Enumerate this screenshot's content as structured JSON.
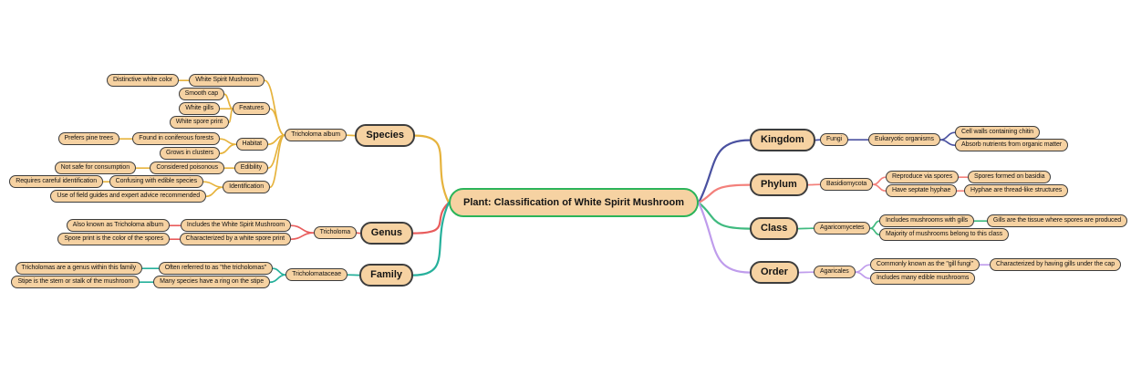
{
  "colors": {
    "node_fill": "#F6D2A2",
    "node_border": "#3D3D3D",
    "central_border": "#2BB45A",
    "background": "#FFFFFF"
  },
  "mindmap": {
    "label": "Plant: Classification of White Spirit Mushroom",
    "branches": [
      {
        "label": "Kingdom",
        "color": "#4A51A0",
        "side": "right",
        "children": [
          {
            "label": "Fungi",
            "children": [
              {
                "label": "Eukaryotic organisms",
                "children": [
                  {
                    "label": "Cell walls containing chitin"
                  },
                  {
                    "label": "Absorb nutrients from organic matter"
                  }
                ]
              }
            ]
          }
        ]
      },
      {
        "label": "Phylum",
        "color": "#F3807B",
        "side": "right",
        "children": [
          {
            "label": "Basidiomycota",
            "children": [
              {
                "label": "Reproduce via spores",
                "children": [
                  {
                    "label": "Spores formed on basidia"
                  }
                ]
              },
              {
                "label": "Have septate hyphae",
                "children": [
                  {
                    "label": "Hyphae are thread-like structures"
                  }
                ]
              }
            ]
          }
        ]
      },
      {
        "label": "Class",
        "color": "#3FBA7F",
        "side": "right",
        "children": [
          {
            "label": "Agaricomycetes",
            "children": [
              {
                "label": "Includes mushrooms with gills",
                "children": [
                  {
                    "label": "Gills are the tissue where spores are produced"
                  }
                ]
              },
              {
                "label": "Majority of mushrooms belong to this class"
              }
            ]
          }
        ]
      },
      {
        "label": "Order",
        "color": "#BF9CEC",
        "side": "right",
        "children": [
          {
            "label": "Agaricales",
            "children": [
              {
                "label": "Commonly known as the \"gill fungi\"",
                "children": [
                  {
                    "label": "Characterized by having gills under the cap"
                  }
                ]
              },
              {
                "label": "Includes many edible mushrooms"
              }
            ]
          }
        ]
      },
      {
        "label": "Species",
        "color": "#E6B33D",
        "side": "left",
        "children": [
          {
            "label": "Tricholoma album",
            "children": [
              {
                "label": "White Spirit Mushroom",
                "children": [
                  {
                    "label": "Distinctive white color"
                  }
                ]
              },
              {
                "label": "Features",
                "children": [
                  {
                    "label": "Smooth cap"
                  },
                  {
                    "label": "White gills"
                  },
                  {
                    "label": "White spore print"
                  }
                ]
              },
              {
                "label": "Habitat",
                "children": [
                  {
                    "label": "Found in coniferous forests",
                    "children": [
                      {
                        "label": "Prefers pine trees"
                      }
                    ]
                  },
                  {
                    "label": "Grows in clusters"
                  }
                ]
              },
              {
                "label": "Edibility",
                "children": [
                  {
                    "label": "Considered poisonous",
                    "children": [
                      {
                        "label": "Not safe for consumption"
                      }
                    ]
                  }
                ]
              },
              {
                "label": "Identification",
                "children": [
                  {
                    "label": "Confusing with edible species",
                    "children": [
                      {
                        "label": "Requires careful identification"
                      }
                    ]
                  },
                  {
                    "label": "Use of field guides and expert advice recommended"
                  }
                ]
              }
            ]
          }
        ]
      },
      {
        "label": "Genus",
        "color": "#E85C5C",
        "side": "left",
        "children": [
          {
            "label": "Tricholoma",
            "children": [
              {
                "label": "Includes the White Spirit Mushroom",
                "children": [
                  {
                    "label": "Also known as Tricholoma album"
                  }
                ]
              },
              {
                "label": "Characterized by a white spore print",
                "children": [
                  {
                    "label": "Spore print is the color of the spores"
                  }
                ]
              }
            ]
          }
        ]
      },
      {
        "label": "Family",
        "color": "#26B09B",
        "side": "left",
        "children": [
          {
            "label": "Tricholomataceae",
            "children": [
              {
                "label": "Often referred to as \"the tricholomas\"",
                "children": [
                  {
                    "label": "Tricholomas are a genus within this family"
                  }
                ]
              },
              {
                "label": "Many species have a ring on the stipe",
                "children": [
                  {
                    "label": "Stipe is the stem or stalk of the mushroom"
                  }
                ]
              }
            ]
          }
        ]
      }
    ]
  }
}
